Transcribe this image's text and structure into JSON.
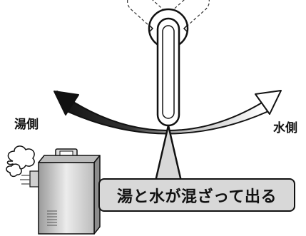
{
  "labels": {
    "hot_side": "湯側",
    "cold_side": "水側",
    "caption": "湯と水が混ざって出る"
  },
  "icons": {
    "faucet_lever": "single-lever-faucet-icon",
    "water_heater": "water-heater-icon",
    "steam": "steam-icon"
  },
  "colors": {
    "hot_arrow": "#111111",
    "cold_arrow": "#ffffff",
    "caption_background": "#d8d8d8",
    "outline": "#111111"
  }
}
